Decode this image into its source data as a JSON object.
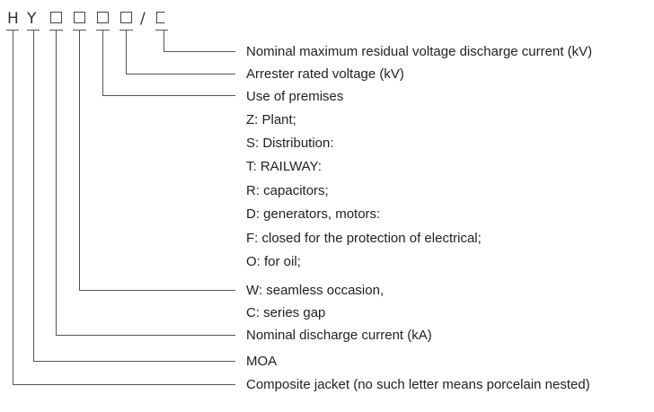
{
  "code": {
    "letter_h": "H",
    "letter_y": "Y",
    "slash": "/"
  },
  "labels": {
    "nominal_max_residual_voltage": "Nominal maximum residual voltage discharge current (kV)",
    "arrester_rated_voltage": "Arrester rated voltage (kV)",
    "use_of_premises": "Use of premises",
    "plant": "Z: Plant;",
    "distribution": "S: Distribution:",
    "railway": "T: RAILWAY:",
    "capacitors": "R: capacitors;",
    "generators_motors": "D: generators, motors:",
    "closed_protection": "F: closed for the protection of electrical;",
    "for_oil": "O: for oil;",
    "seamless_occasion": "W: seamless occasion,",
    "series_gap": "C: series gap",
    "nominal_discharge_current": "Nominal discharge current (kA)",
    "moa": "MOA",
    "composite_jacket": "Composite jacket (no such letter means porcelain nested)"
  }
}
